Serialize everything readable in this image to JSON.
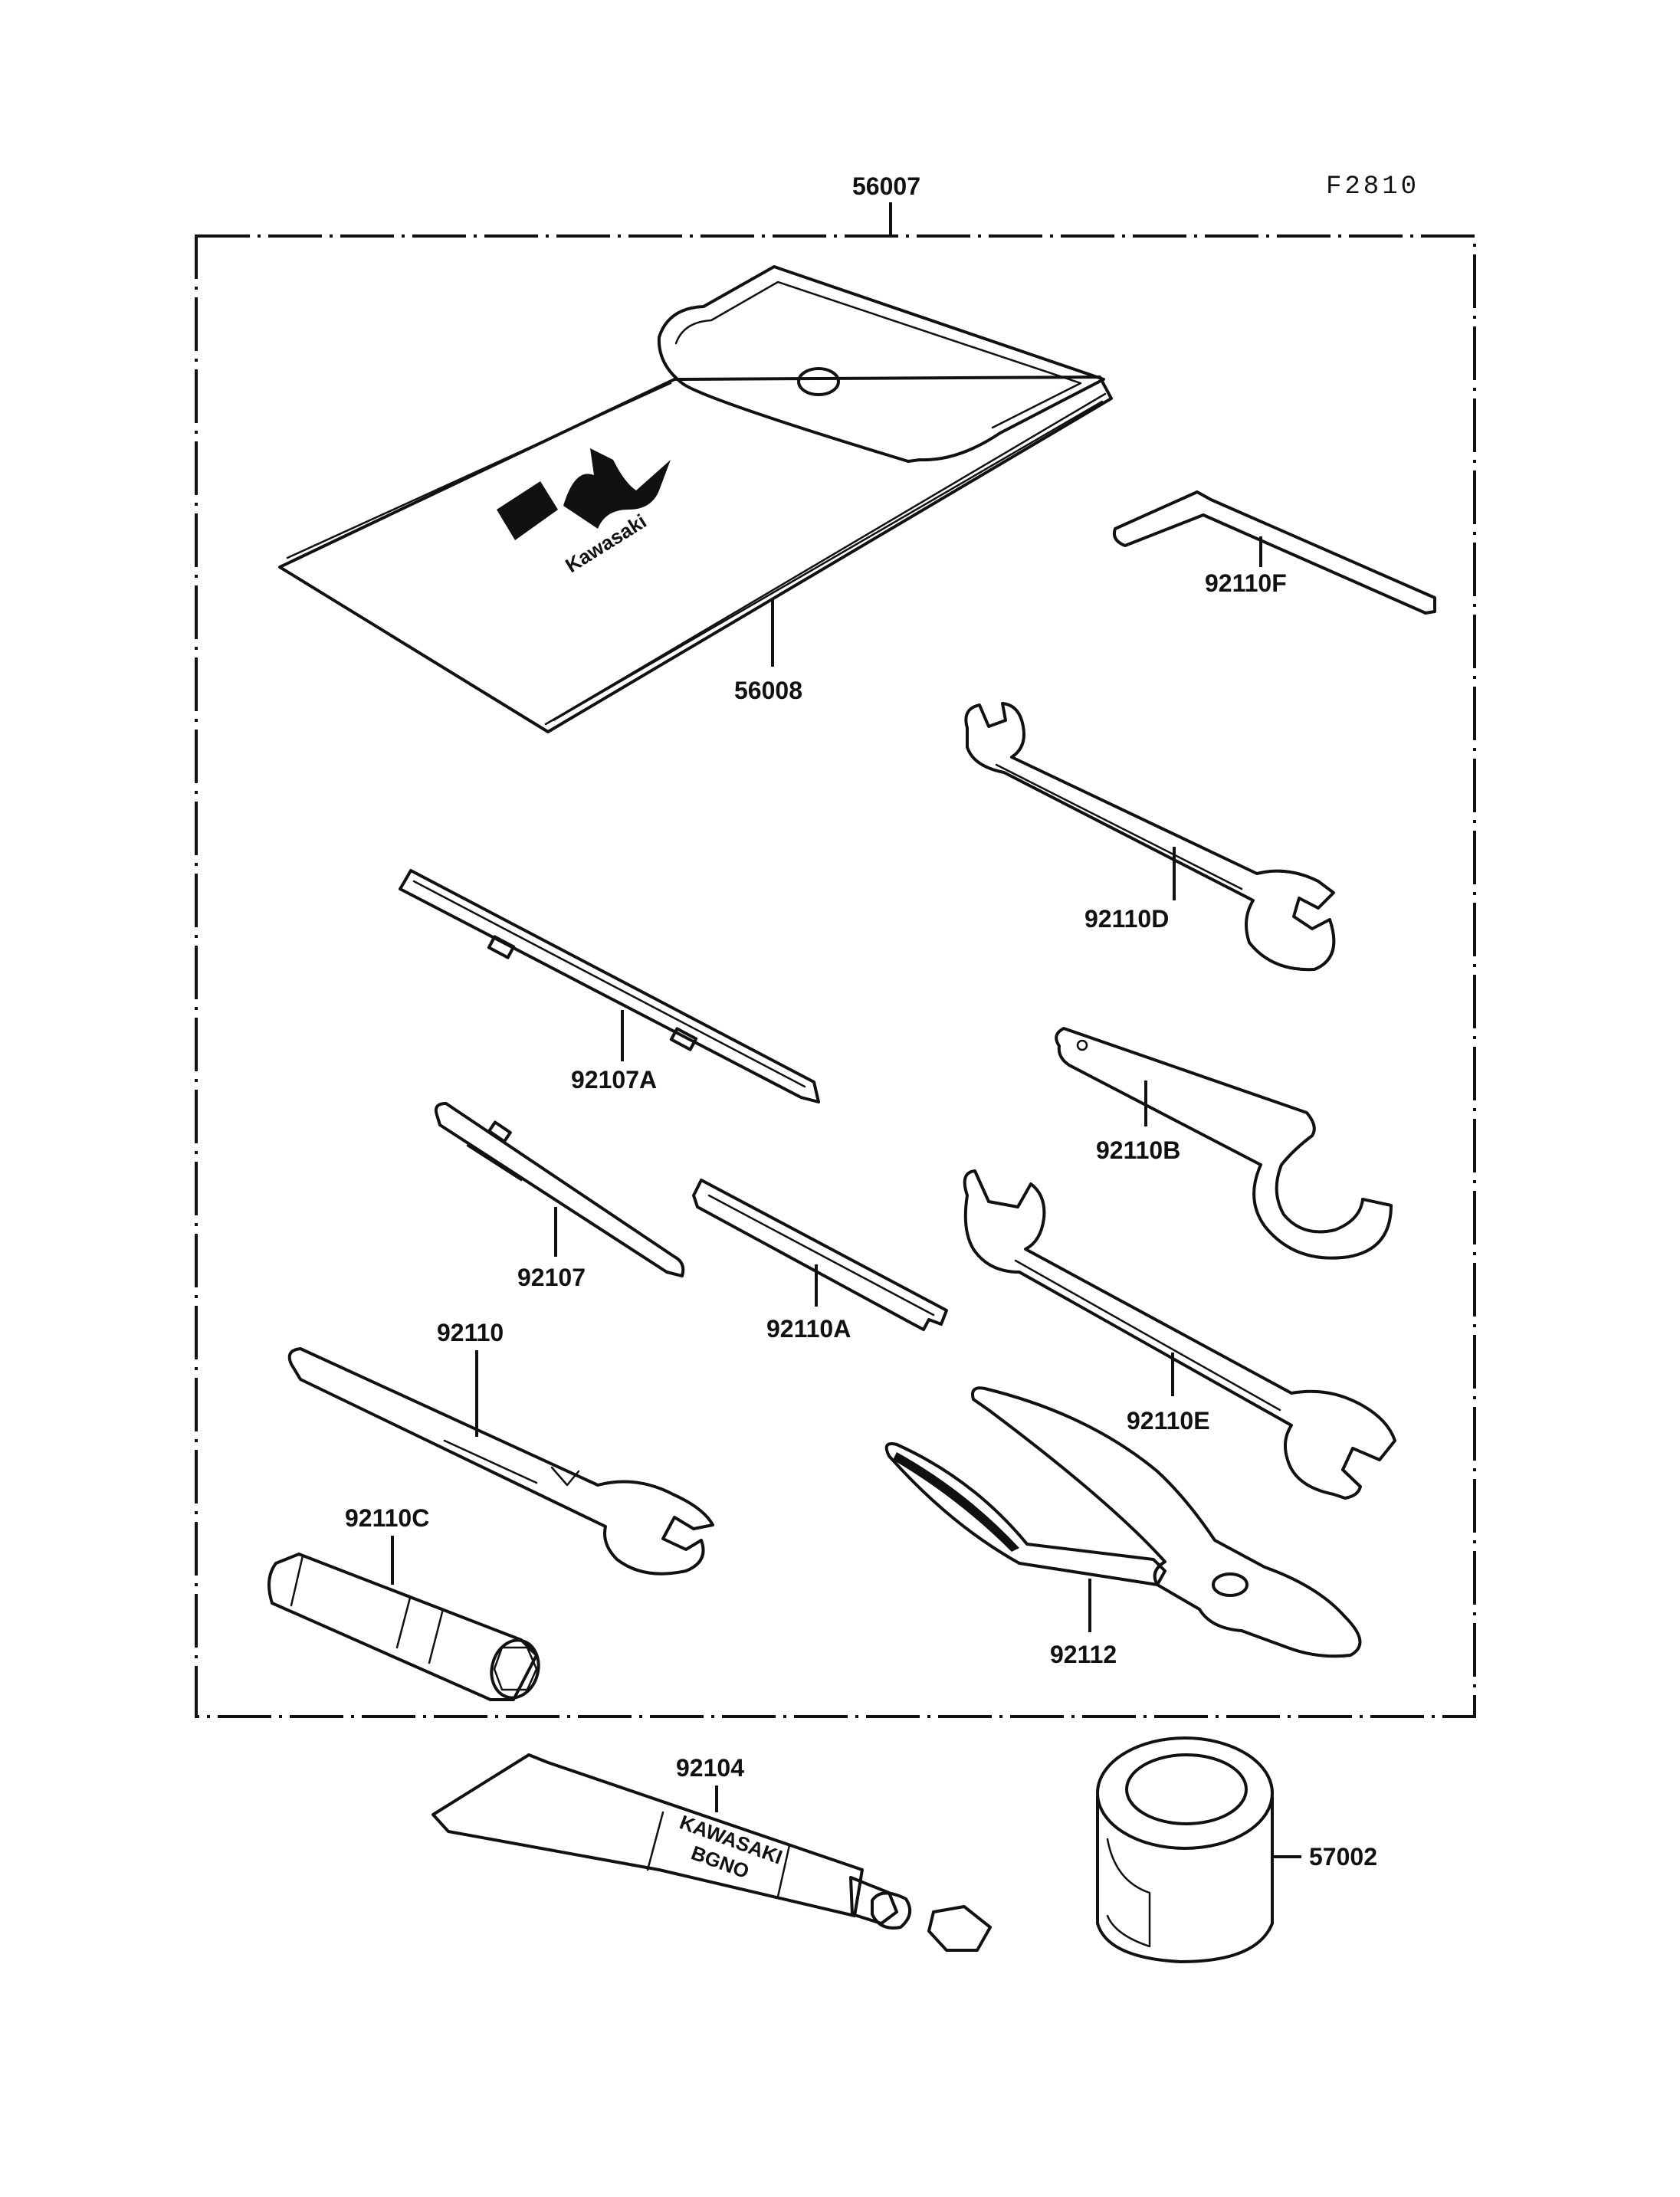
{
  "figure_code": "F2810",
  "brand_logo_text": "Kawasaki",
  "tube_text": [
    "KAWASAKI",
    "BGNO"
  ],
  "parts": {
    "p56007": "56007",
    "p56008": "56008",
    "p92110F": "92110F",
    "p92110D": "92110D",
    "p92107A": "92107A",
    "p92110B": "92110B",
    "p92107": "92107",
    "p92110A": "92110A",
    "p92110": "92110",
    "p92110E": "92110E",
    "p92110C": "92110C",
    "p92112": "92112",
    "p92104": "92104",
    "p57002": "57002"
  }
}
